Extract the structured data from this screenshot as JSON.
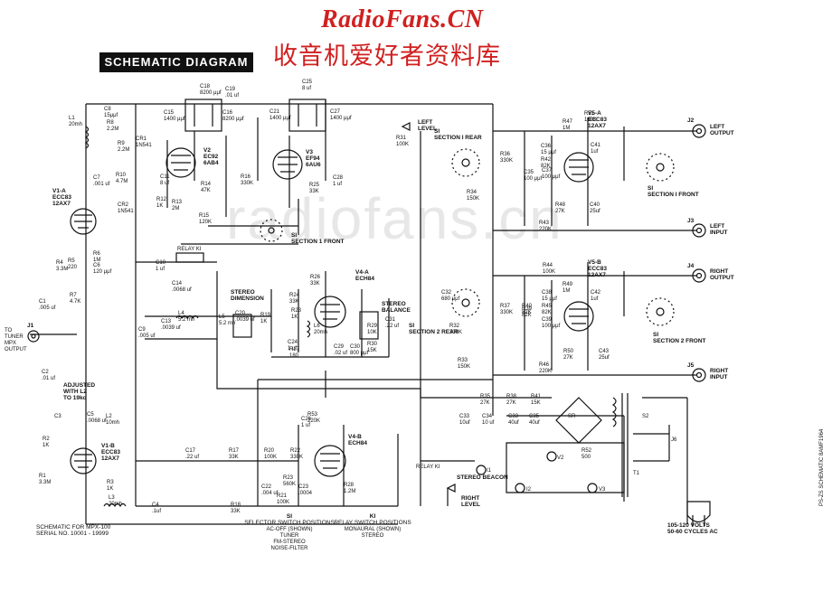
{
  "header": {
    "brand": "RadioFans.CN",
    "brand_cn": "收音机爱好者资料库",
    "title": "SCHEMATIC DIAGRAM",
    "watermark": "radiofans.cn"
  },
  "tubes": [
    {
      "id": "V1-A",
      "type": "ECC83\n12AX7"
    },
    {
      "id": "V1-B",
      "type": "ECC83\n12AX7"
    },
    {
      "id": "V2",
      "type": "EC92\n6AB4"
    },
    {
      "id": "V3",
      "type": "EF94\n6AU6"
    },
    {
      "id": "V4-A",
      "type": "ECH84"
    },
    {
      "id": "V4-B",
      "type": "ECH84"
    },
    {
      "id": "V5-A",
      "type": "ECC83\n12AX7"
    },
    {
      "id": "V5-B",
      "type": "ECC83\n12AX7"
    }
  ],
  "labels": {
    "to_tuner": "TO\nTUNER\nMPX\nOUTPUT",
    "left_output": "LEFT\nOUTPUT",
    "left_input": "LEFT\nINPUT",
    "right_output": "RIGHT\nOUTPUT",
    "right_input": "RIGHT\nINPUT",
    "left_level": "LEFT\nLEVEL",
    "right_level": "RIGHT\nLEVEL",
    "relay": "RELAY KI",
    "stereo_dimension": "STEREO\nDIMENSION",
    "stereo_balance": "STEREO\nBALANCE",
    "stereo_beacon": "STEREO BEACON",
    "s1_section1_front": "SI\nSECTION 1 FRONT",
    "s1_section1_rear": "SI\nSECTION I REAR",
    "s1_section2_rear": "SI\nSECTION 2 REAR",
    "si_section1_front_r": "SI\nSECTION I FRONT",
    "si_section2_front_r": "SI\nSECTION 2 FRONT",
    "adjusted": "ADJUSTED\nWITH L2\nTO 19kc",
    "power": "105-120 VOLTS\n50-60 CYCLES AC",
    "side_note": "PS-ZS SCHEMATIC 8AMF1964"
  },
  "components": [
    {
      "ref": "L1",
      "value": "20mh"
    },
    {
      "ref": "C8",
      "value": "15μμf"
    },
    {
      "ref": "R8",
      "value": "2.2M"
    },
    {
      "ref": "R9",
      "value": "2.2M"
    },
    {
      "ref": "CR1",
      "value": "1N541"
    },
    {
      "ref": "R10",
      "value": "4.7M"
    },
    {
      "ref": "CR2",
      "value": "1N541"
    },
    {
      "ref": "C7",
      "value": ".001 uf"
    },
    {
      "ref": "R5",
      "value": "220"
    },
    {
      "ref": "R4",
      "value": "3.3M"
    },
    {
      "ref": "C6",
      "value": "120 μμf"
    },
    {
      "ref": "R6",
      "value": "1M"
    },
    {
      "ref": "R7",
      "value": "4.7K"
    },
    {
      "ref": "C1",
      "value": ".005 uf"
    },
    {
      "ref": "C2",
      "value": ".01 uf"
    },
    {
      "ref": "C3",
      "value": ""
    },
    {
      "ref": "C5",
      "value": ".0068 uf"
    },
    {
      "ref": "L2",
      "value": "10mh"
    },
    {
      "ref": "R2",
      "value": "1K"
    },
    {
      "ref": "R1",
      "value": "3.3M"
    },
    {
      "ref": "R3",
      "value": "1K"
    },
    {
      "ref": "L3",
      "value": "20mh"
    },
    {
      "ref": "C4",
      "value": ".1uf"
    },
    {
      "ref": "C17",
      "value": ".22 uf"
    },
    {
      "ref": "R17",
      "value": "33K"
    },
    {
      "ref": "R18",
      "value": "33K"
    },
    {
      "ref": "C9",
      "value": ".005 uf"
    },
    {
      "ref": "C14",
      "value": ".0068 uf"
    },
    {
      "ref": "L4",
      "value": "5.2 mh"
    },
    {
      "ref": "C13",
      "value": ".0039 uf"
    },
    {
      "ref": "L5",
      "value": "5.2 mh"
    },
    {
      "ref": "C20",
      "value": ".0039 uf"
    },
    {
      "ref": "R19",
      "value": "1K"
    },
    {
      "ref": "C10",
      "value": "1 uf"
    },
    {
      "ref": "C11",
      "value": "8 uf"
    },
    {
      "ref": "C15",
      "value": "1400 μμf"
    },
    {
      "ref": "C16",
      "value": "8200 μμf"
    },
    {
      "ref": "C18",
      "value": "8200 μμf"
    },
    {
      "ref": "C19",
      "value": ".01 uf"
    },
    {
      "ref": "R12",
      "value": "1K"
    },
    {
      "ref": "R13",
      "value": "2M"
    },
    {
      "ref": "R14",
      "value": "47K"
    },
    {
      "ref": "R15",
      "value": "120K"
    },
    {
      "ref": "R16",
      "value": "330K"
    },
    {
      "ref": "C21",
      "value": "1400 μμf"
    },
    {
      "ref": "C25",
      "value": "8 uf"
    },
    {
      "ref": "C27",
      "value": "1400 μμf"
    },
    {
      "ref": "C28",
      "value": "1 uf"
    },
    {
      "ref": "R25",
      "value": "33K"
    },
    {
      "ref": "R26",
      "value": "33K"
    },
    {
      "ref": "R24",
      "value": "33K"
    },
    {
      "ref": "R23",
      "value": "1K"
    },
    {
      "ref": "R27",
      "value": "180"
    },
    {
      "ref": "C24",
      "value": "1 uf"
    },
    {
      "ref": "C29",
      "value": ".02 uf"
    },
    {
      "ref": "L6",
      "value": "20mh"
    },
    {
      "ref": "C30",
      "value": "800 μμf"
    },
    {
      "ref": "C31",
      "value": ".22 uf"
    },
    {
      "ref": "R29",
      "value": "10K"
    },
    {
      "ref": "R30",
      "value": "15K"
    },
    {
      "ref": "R20",
      "value": "100K"
    },
    {
      "ref": "R21",
      "value": "100K"
    },
    {
      "ref": "R22",
      "value": "330K"
    },
    {
      "ref": "R23b",
      "value": "560K"
    },
    {
      "ref": "C22",
      "value": ".004 uf"
    },
    {
      "ref": "C23",
      "value": ".0004"
    },
    {
      "ref": "C26",
      "value": "1 uf"
    },
    {
      "ref": "R28",
      "value": "1.2M"
    },
    {
      "ref": "R53",
      "value": "220K"
    },
    {
      "ref": "R31",
      "value": "100K"
    },
    {
      "ref": "R32",
      "value": "330K"
    },
    {
      "ref": "R33",
      "value": "150K"
    },
    {
      "ref": "R34",
      "value": "150K"
    },
    {
      "ref": "R35",
      "value": "27K"
    },
    {
      "ref": "R36",
      "value": "330K"
    },
    {
      "ref": "R37",
      "value": "330K"
    },
    {
      "ref": "R38",
      "value": "27K"
    },
    {
      "ref": "R39",
      "value": "82K"
    },
    {
      "ref": "R40",
      "value": "82K"
    },
    {
      "ref": "R41",
      "value": "15K"
    },
    {
      "ref": "R42",
      "value": "82K"
    },
    {
      "ref": "R43",
      "value": "220K"
    },
    {
      "ref": "R44",
      "value": "100K"
    },
    {
      "ref": "R45",
      "value": "82K"
    },
    {
      "ref": "R46",
      "value": "220K"
    },
    {
      "ref": "R47",
      "value": "1M"
    },
    {
      "ref": "R48",
      "value": "27K"
    },
    {
      "ref": "R49",
      "value": "1M"
    },
    {
      "ref": "R50",
      "value": "27K"
    },
    {
      "ref": "R51",
      "value": "100K"
    },
    {
      "ref": "R52",
      "value": "500"
    },
    {
      "ref": "C32",
      "value": "680 μμf"
    },
    {
      "ref": "C33",
      "value": "10uf"
    },
    {
      "ref": "C34",
      "value": "10 uf"
    },
    {
      "ref": "C35",
      "value": "100 μμf"
    },
    {
      "ref": "C36",
      "value": "15 μμf"
    },
    {
      "ref": "C37",
      "value": "100 μμf"
    },
    {
      "ref": "C38",
      "value": "15 μμf"
    },
    {
      "ref": "C39",
      "value": "100 μμf"
    },
    {
      "ref": "C40",
      "value": "25uf"
    },
    {
      "ref": "C41",
      "value": "1uf"
    },
    {
      "ref": "C42",
      "value": "1uf"
    },
    {
      "ref": "C43",
      "value": "25uf"
    },
    {
      "ref": "C33b",
      "value": "40uf"
    },
    {
      "ref": "C35b",
      "value": "40uf"
    },
    {
      "ref": "SR",
      "value": ""
    },
    {
      "ref": "T1",
      "value": ""
    },
    {
      "ref": "S2",
      "value": ""
    },
    {
      "ref": "J6",
      "value": ""
    }
  ],
  "connectors": [
    "J1",
    "J2",
    "J3",
    "J4",
    "J5"
  ],
  "lamps": [
    "I1",
    "I2",
    "V2",
    "V3"
  ],
  "footer": {
    "schematic_for": "SCHEMATIC FOR MPX-100",
    "serial": "SERIAL NO. 10001 - 19999",
    "s1_title": "SI",
    "s1_subtitle": "SELECTOR SWITCH POSITIONS",
    "s1_positions": [
      "AC-OFF (SHOWN)",
      "TUNER",
      "FM-STEREO",
      "NOISE-FILTER"
    ],
    "k1_title": "KI",
    "k1_subtitle": "RELAY SWITCH POSITIONS",
    "k1_positions": [
      "MONAURAL (SHOWN)",
      "STEREO"
    ]
  },
  "colors": {
    "brand": "#d02020",
    "ink": "#111111",
    "paper": "#ffffff"
  }
}
